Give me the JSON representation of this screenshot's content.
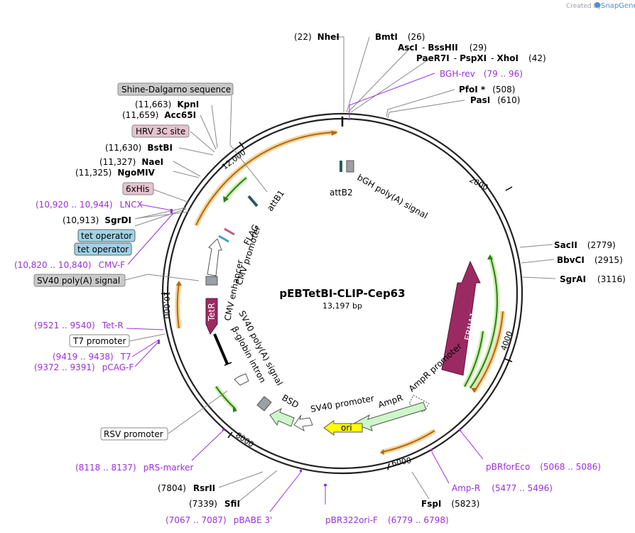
{
  "credit": {
    "prefix": "Created by",
    "brand": "SnapGene"
  },
  "plasmid": {
    "name": "pEBTetBI-CLIP-Cep63",
    "size": "13,197 bp"
  },
  "ticks": [
    "2000",
    "4000",
    "6000",
    "8000",
    "10,000",
    "12,000"
  ],
  "enzymes": {
    "nhei": {
      "num": "(22)",
      "name": "NheI"
    },
    "bmti": {
      "name": "BmtI",
      "num": "(26)"
    },
    "asci": {
      "name": "AscI",
      "sep": "-",
      "name2": "BssHII",
      "num": "(29)"
    },
    "paer7i": {
      "name": "PaeR7I",
      "sep1": "-",
      "name2": "PspXI",
      "sep2": "-",
      "name3": "XhoI",
      "num": "(42)"
    },
    "pfoi": {
      "name": "PfoI *",
      "num": "(508)"
    },
    "pasi": {
      "name": "PasI",
      "num": "(610)"
    },
    "sacii": {
      "name": "SacII",
      "num": "(2779)"
    },
    "bbvci": {
      "name": "BbvCI",
      "num": "(2915)"
    },
    "sgrai": {
      "name": "SgrAI",
      "num": "(3116)"
    },
    "fspi": {
      "name": "FspI",
      "num": "(5823)"
    },
    "sfii": {
      "num": "(7339)",
      "name": "SfiI"
    },
    "rsrii": {
      "num": "(7804)",
      "name": "RsrII"
    },
    "sgrdi": {
      "num": "(10,913)",
      "name": "SgrDI"
    },
    "ngomiv": {
      "num": "(11,325)",
      "name": "NgoMIV"
    },
    "naei": {
      "num": "(11,327)",
      "name": "NaeI"
    },
    "bstbi": {
      "num": "(11,630)",
      "name": "BstBI"
    },
    "acc65i": {
      "num": "(11,659)",
      "name": "Acc65I"
    },
    "kpni": {
      "num": "(11,663)",
      "name": "KpnI"
    }
  },
  "primers": {
    "bghrev": {
      "name": "BGH-rev",
      "range": "(79 .. 96)"
    },
    "brforeco": {
      "name": "pBRforEco",
      "range": "(5068 .. 5086)"
    },
    "ampr": {
      "name": "Amp-R",
      "range": "(5477 .. 5496)"
    },
    "pbr322": {
      "name": "pBR322ori-F",
      "range": "(6779 .. 6798)"
    },
    "pbabe": {
      "range": "(7067 .. 7087)",
      "name": "pBABE 3'"
    },
    "prs": {
      "range": "(8118 .. 8137)",
      "name": "pRS-marker"
    },
    "pcag": {
      "range": "(9372 .. 9391)",
      "name": "pCAG-F"
    },
    "t7": {
      "range": "(9419 .. 9438)",
      "name": "T7"
    },
    "tetr": {
      "range": "(9521 .. 9540)",
      "name": "Tet-R"
    },
    "cmvf": {
      "range": "(10,820 .. 10,840)",
      "name": "CMV-F"
    },
    "lncx": {
      "range": "(10,920 .. 10,944)",
      "name": "LNCX"
    }
  },
  "boxed": {
    "shine": "Shine-Dalgarno sequence",
    "hrv": "HRV 3C site",
    "his": "6xHis",
    "tetop1": "tet operator",
    "tetop2": "tet operator",
    "sv40pa": "SV40 poly(A) signal",
    "t7prom": "T7 promoter",
    "rsv": "RSV promoter"
  },
  "features": {
    "attb2": "attB2",
    "bgh": "bGH poly(A) signal",
    "attb1": "attB1",
    "flag": "FLAG",
    "cmvprom": "CMV promoter",
    "cmvenh": "CMV enhancer",
    "tetr": "TetR",
    "sv40pa_in": "SV40 poly(A) signal",
    "bglobin": "β-globin intron",
    "bsd": "BSD",
    "sv40prom": "SV40 promoter",
    "ampr": "AmpR",
    "amprprom": "AmpR promoter",
    "ori": "ori",
    "ebna1": "EBNA1"
  },
  "colors": {
    "primer": "#9b30d9",
    "ebna1": "#9b2a62",
    "tetr": "#9b2a62",
    "ampr": "#cdf7c8",
    "ori": "#ffff00",
    "orf_green": "#5fbf2f",
    "orf_orange": "#e39a2d",
    "tet_operator": "#9fd3e6",
    "misc_box": "#c9c9c9",
    "tag_box": "#e6c2cf"
  }
}
